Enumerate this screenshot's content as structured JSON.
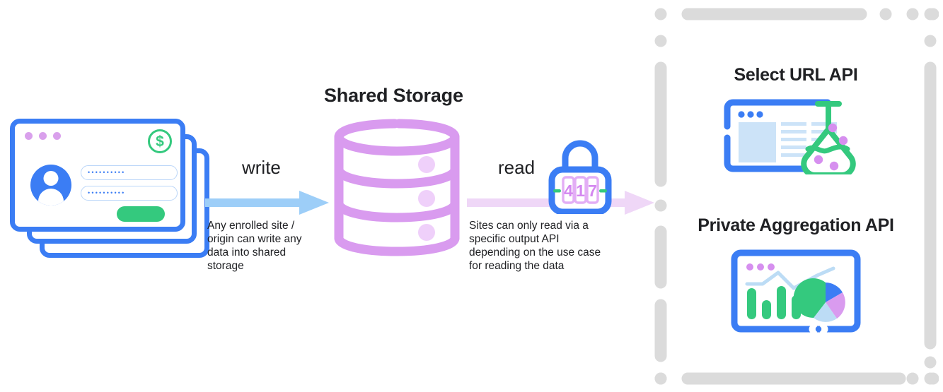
{
  "diagram": {
    "title_center": "Shared Storage",
    "flows": [
      {
        "id": "write",
        "label": "write",
        "caption": "Any enrolled site /\norigin can write any\ndata into shared\nstorage",
        "arrow_color": "#9DCEF8",
        "direction": "left-to-right"
      },
      {
        "id": "read",
        "label": "read",
        "caption": "Sites can only read via a\nspecific output API\ndepending on the use case\nfor reading the data",
        "arrow_color": "#EFD7F7",
        "direction": "left-to-right"
      }
    ],
    "source": {
      "name": "website-stack",
      "card_count": 3,
      "dots": [
        "dot",
        "dot",
        "dot"
      ],
      "badge": "$",
      "username_value": "••••••••••",
      "password_value": "••••••••••",
      "submit_label": ""
    },
    "storage": {
      "name": "shared-storage-database",
      "disc_count": 3,
      "color": "#D99BEF"
    },
    "lock": {
      "name": "combination-lock",
      "combination": "417",
      "left_mark": "-",
      "right_mark": "-",
      "body_color": "#3B7DF4",
      "dial_color": "#DDA2F0"
    },
    "apis": [
      {
        "id": "select-url",
        "title": "Select URL API",
        "art": "browser-window-with-flask",
        "dots": [
          "dot",
          "dot",
          "dot"
        ],
        "flask_color": "#34C97E",
        "bubble_color": "#D68FEF",
        "bubble_count": 4
      },
      {
        "id": "private-aggregation",
        "title": "Private Aggregation API",
        "art": "dashboard-charts",
        "dots": [
          "dot",
          "dot",
          "dot"
        ],
        "bar_color": "#34C97E",
        "line_color": "#BCDCF5",
        "bars": [
          62,
          38,
          66,
          48
        ],
        "pie_slices": [
          {
            "label": "green",
            "value": 46,
            "color": "#34C97E"
          },
          {
            "label": "blue",
            "value": 16,
            "color": "#3B7DF4"
          },
          {
            "label": "purple",
            "value": 19,
            "color": "#D99BEF"
          },
          {
            "label": "light-blue",
            "value": 19,
            "color": "#BCDCF5"
          }
        ]
      }
    ],
    "frame": {
      "name": "output-apis-dashed-frame",
      "stroke_color": "#DBDBDB",
      "style": "rounded-dash-dot"
    },
    "colors": {
      "blue": "#3B7DF4",
      "green": "#34C97E",
      "purple": "#D99BEF",
      "light_blue": "#BCDCF5",
      "text": "#202124",
      "gray": "#DBDBDB"
    }
  }
}
